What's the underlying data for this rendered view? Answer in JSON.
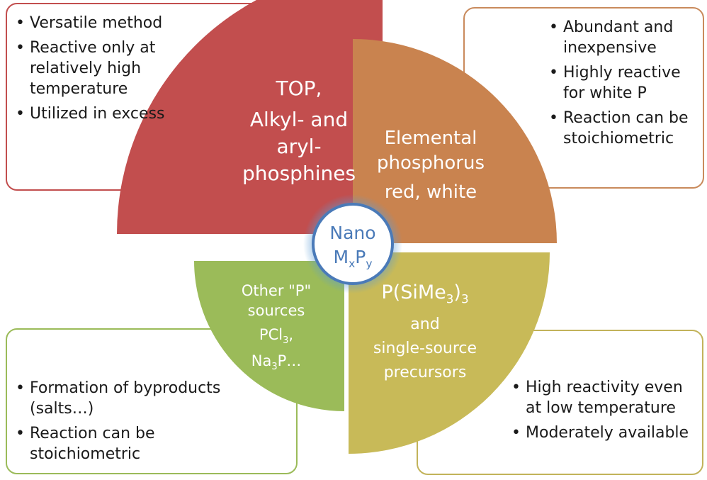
{
  "boxes": {
    "top_left": [
      "Versatile method",
      "Reactive only at relatively high temperature",
      "Utilized in excess"
    ],
    "top_right": [
      "Abundant and inexpensive",
      "Highly reactive for white P",
      "Reaction can be stoichiometric"
    ],
    "bottom_left": [
      "Formation of byproducts (salts…)",
      "Reaction can be stoichiometric"
    ],
    "bottom_right": [
      "High reactivity even at low temperature",
      "Moderately available"
    ]
  },
  "quadrants": {
    "top_left": {
      "line1": "TOP,",
      "line2": "Alkyl- and",
      "line3": "aryl-",
      "line4": "phosphines"
    },
    "top_right": {
      "line1": "Elemental",
      "line2": "phosphorus",
      "line3": "red, white"
    },
    "bottom_left": {
      "line1": "Other \"P\"",
      "line2": "sources",
      "formula1_a": "PCl",
      "formula1_sub": "3",
      "formula1_b": ",",
      "formula2_a": "Na",
      "formula2_sub": "3",
      "formula2_b": "P…"
    },
    "bottom_right": {
      "formula_a": "P(SiMe",
      "formula_sub1": "3",
      "formula_b": ")",
      "formula_sub2": "3",
      "line2": "and",
      "line3": "single-source",
      "line4": "precursors"
    }
  },
  "center": {
    "line1": "Nano",
    "formula_a": "M",
    "formula_sub_x": "x",
    "formula_b": "P",
    "formula_sub_y": "y"
  },
  "colors": {
    "top_left": "#c24e4e",
    "top_right": "#c9834f",
    "bottom_left": "#9bbb59",
    "bottom_right": "#c8ba58",
    "center_ring": "#4a7ab8"
  }
}
